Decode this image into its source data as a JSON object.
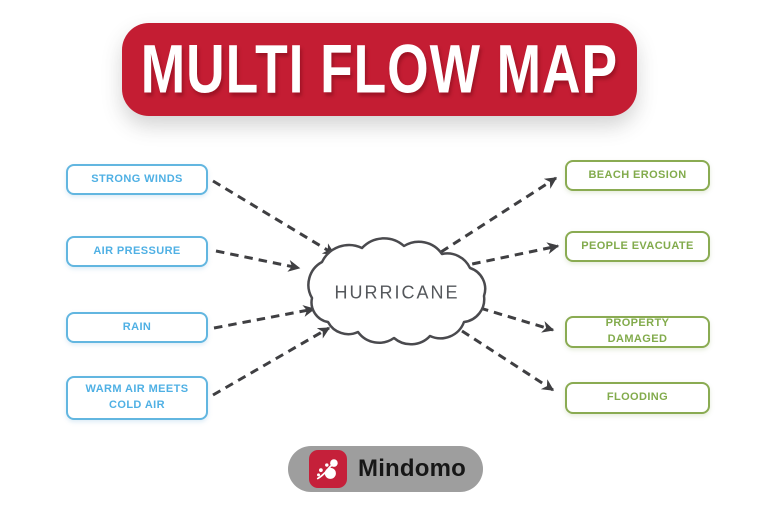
{
  "header": {
    "title": "MULTI FLOW MAP"
  },
  "diagram": {
    "center": {
      "label": "HURRICANE"
    },
    "causes": [
      {
        "label": "STRONG WINDS"
      },
      {
        "label": "AIR PRESSURE"
      },
      {
        "label": "RAIN"
      },
      {
        "label": "WARM AIR MEETS COLD AIR"
      }
    ],
    "effects": [
      {
        "label": "BEACH EROSION"
      },
      {
        "label": "PEOPLE EVACUATE"
      },
      {
        "label": "PROPERTY DAMAGED"
      },
      {
        "label": "FLOODING"
      }
    ],
    "edges": [
      {
        "from": "STRONG WINDS",
        "to": "HURRICANE"
      },
      {
        "from": "AIR PRESSURE",
        "to": "HURRICANE"
      },
      {
        "from": "RAIN",
        "to": "HURRICANE"
      },
      {
        "from": "WARM AIR MEETS COLD AIR",
        "to": "HURRICANE"
      },
      {
        "from": "HURRICANE",
        "to": "BEACH EROSION"
      },
      {
        "from": "HURRICANE",
        "to": "PEOPLE EVACUATE"
      },
      {
        "from": "HURRICANE",
        "to": "PROPERTY DAMAGED"
      },
      {
        "from": "HURRICANE",
        "to": "FLOODING"
      }
    ],
    "colors": {
      "banner_red": "#c41d33",
      "cause_blue_border": "#62b6e0",
      "cause_blue_text": "#4fb0e4",
      "effect_green_border": "#8aab52",
      "effect_green_text": "#82ab4c",
      "line_gray": "#3f3f42",
      "cloud_outline_gray": "#4a4a4e",
      "cloud_text_gray": "#55585c"
    }
  },
  "footer": {
    "brand": "Mindomo",
    "logo_icon": "mindomo-mindmap-icon",
    "pill_gray": "#9e9e9e",
    "logo_red": "#c5203a"
  }
}
